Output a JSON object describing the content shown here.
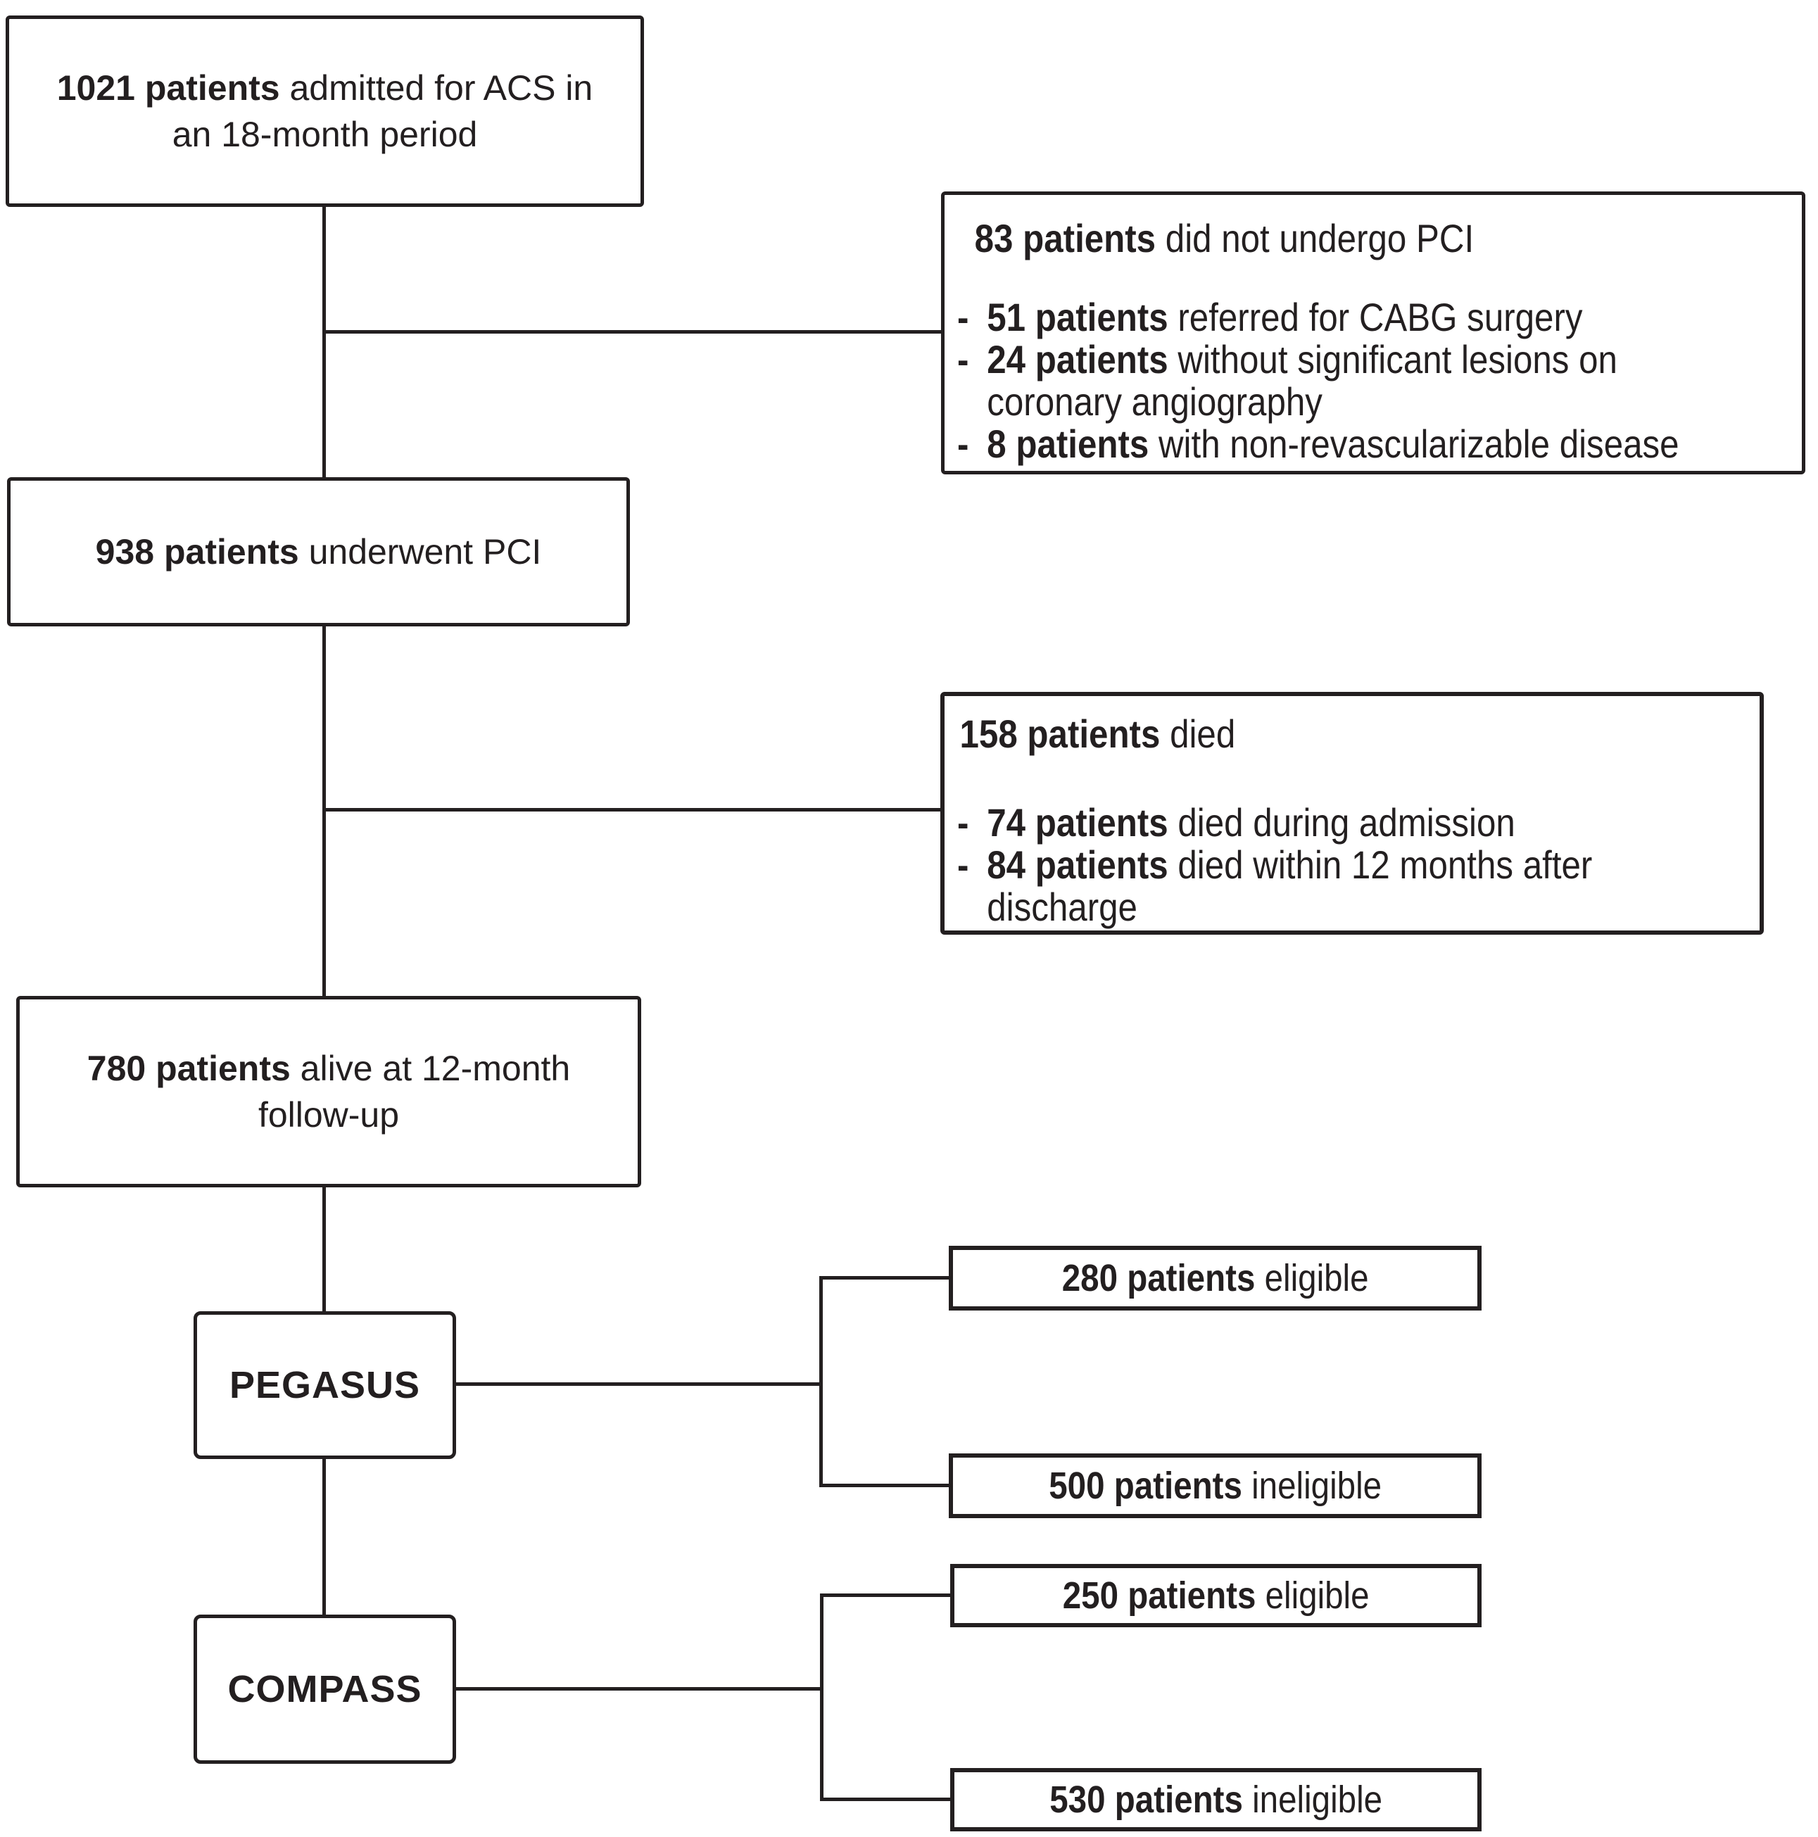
{
  "colors": {
    "line": "#231f20",
    "text": "#231f20",
    "background": "#ffffff"
  },
  "bullet_marker": "-",
  "boxes": {
    "admitted": {
      "line1_bold": "1021 patients",
      "line1_text": " admitted for ACS in",
      "line2": "an 18-month period"
    },
    "no_pci": {
      "title_bold": "83 patients",
      "title_text": " did not undergo PCI",
      "items": [
        {
          "bold": "51 patients",
          "text": " referred for CABG surgery"
        },
        {
          "bold": "24 patients",
          "text": " without significant lesions on",
          "text2": "coronary angiography"
        },
        {
          "bold": "8 patients",
          "text": " with non-revascularizable disease"
        }
      ]
    },
    "underwent": {
      "bold": "938 patients",
      "text": " underwent PCI"
    },
    "died": {
      "title_bold": "158 patients",
      "title_text": " died",
      "items": [
        {
          "bold": "74 patients",
          "text": " died during admission"
        },
        {
          "bold": "84 patients",
          "text": " died within 12 months after",
          "text2": "discharge"
        }
      ]
    },
    "alive": {
      "line1_bold": "780 patients",
      "line1_text": " alive at 12-month",
      "line2": "follow-up"
    },
    "pegasus": {
      "label": "PEGASUS"
    },
    "compass": {
      "label": "COMPASS"
    },
    "pegasus_eligible": {
      "bold": "280 patients",
      "text": " eligible"
    },
    "pegasus_ineligible": {
      "bold": "500 patients",
      "text": " ineligible"
    },
    "compass_eligible": {
      "bold": "250 patients",
      "text": " eligible"
    },
    "compass_ineligible": {
      "bold": "530 patients",
      "text": " ineligible"
    }
  }
}
